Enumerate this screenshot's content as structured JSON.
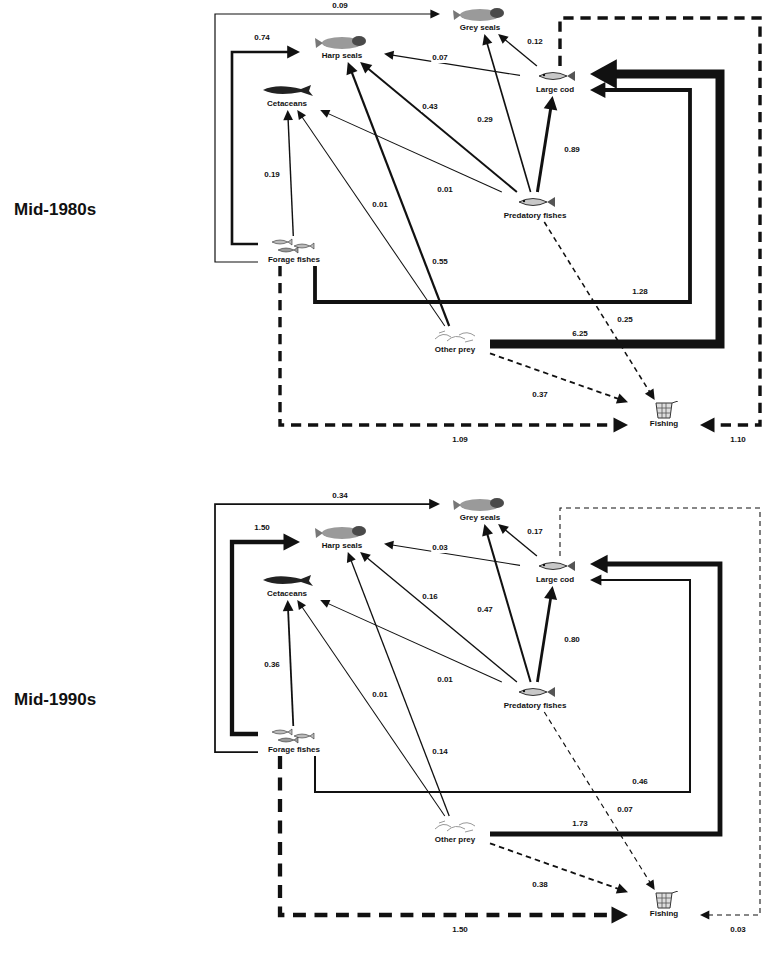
{
  "diagram": {
    "nodes": [
      {
        "text": [
          "Grey seals"
        ]
      },
      {
        "text": [
          "Harp seals"
        ]
      },
      {
        "text": [
          "Cetaceans"
        ]
      },
      {
        "text": [
          "Large cod"
        ]
      },
      {
        "text": [
          "Predatory fishes"
        ]
      },
      {
        "text": [
          "Forage fishes"
        ]
      },
      {
        "text": [
          "Other prey"
        ]
      },
      {
        "text": [
          "Fishing"
        ]
      },
      {
        "text": [
          "Grey seals"
        ]
      },
      {
        "text": [
          "Harp seals"
        ]
      },
      {
        "text": [
          "Cetaceans"
        ]
      },
      {
        "text": [
          "Large cod"
        ]
      },
      {
        "text": [
          "Predatory fishes"
        ]
      },
      {
        "text": [
          "Forage fishes"
        ]
      },
      {
        "text": [
          "Other prey"
        ]
      },
      {
        "text": [
          "Fishing"
        ]
      }
    ],
    "edges": [
      {
        "from": 5,
        "to": 0,
        "label": "0.09",
        "arrow": "to"
      },
      {
        "from": 5,
        "to": 1,
        "label": "0.74",
        "arrow": "to"
      },
      {
        "from": 5,
        "to": 2,
        "label": "0.19",
        "arrow": "to"
      },
      {
        "from": 5,
        "to": 3,
        "label": "1.28",
        "arrow": "to"
      },
      {
        "from": 5,
        "to": 7,
        "label": "1.09",
        "arrow": "to"
      },
      {
        "from": 3,
        "to": 0,
        "label": "0.12",
        "arrow": "to"
      },
      {
        "from": 3,
        "to": 1,
        "label": "0.07",
        "arrow": "to"
      },
      {
        "from": 3,
        "to": 7,
        "label": "1.10",
        "arrow": "to"
      },
      {
        "from": 4,
        "to": 0,
        "label": "0.29",
        "arrow": "to"
      },
      {
        "from": 4,
        "to": 1,
        "label": "0.43",
        "arrow": "to"
      },
      {
        "from": 4,
        "to": 3,
        "label": "0.89",
        "arrow": "to"
      },
      {
        "from": 4,
        "to": 2,
        "label": "0.01",
        "arrow": "to"
      },
      {
        "from": 4,
        "to": 7,
        "label": "0.25",
        "arrow": "to"
      },
      {
        "from": 6,
        "to": 2,
        "label": "0.01",
        "arrow": "to"
      },
      {
        "from": 6,
        "to": 1,
        "label": "0.55",
        "arrow": "to"
      },
      {
        "from": 6,
        "to": 3,
        "label": "6.25",
        "arrow": "to"
      },
      {
        "from": 6,
        "to": 7,
        "label": "0.37",
        "arrow": "to"
      },
      {
        "from": 13,
        "to": 8,
        "label": "0.34",
        "arrow": "to"
      },
      {
        "from": 13,
        "to": 9,
        "label": "1.50",
        "arrow": "to"
      },
      {
        "from": 13,
        "to": 10,
        "label": "0.36",
        "arrow": "to"
      },
      {
        "from": 13,
        "to": 11,
        "label": "0.46",
        "arrow": "to"
      },
      {
        "from": 13,
        "to": 15,
        "label": "1.50",
        "arrow": "to"
      },
      {
        "from": 11,
        "to": 8,
        "label": "0.17",
        "arrow": "to"
      },
      {
        "from": 11,
        "to": 9,
        "label": "0.03",
        "arrow": "to"
      },
      {
        "from": 11,
        "to": 15,
        "label": "0.03",
        "arrow": "to"
      },
      {
        "from": 12,
        "to": 8,
        "label": "0.47",
        "arrow": "to"
      },
      {
        "from": 12,
        "to": 9,
        "label": "0.16",
        "arrow": "to"
      },
      {
        "from": 12,
        "to": 11,
        "label": "0.80",
        "arrow": "to"
      },
      {
        "from": 12,
        "to": 10,
        "label": "0.01",
        "arrow": "to"
      },
      {
        "from": 12,
        "to": 15,
        "label": "0.07",
        "arrow": "to"
      },
      {
        "from": 14,
        "to": 10,
        "label": "0.01",
        "arrow": "to"
      },
      {
        "from": 14,
        "to": 9,
        "label": "0.14",
        "arrow": "to"
      },
      {
        "from": 14,
        "to": 11,
        "label": "1.73",
        "arrow": "to"
      },
      {
        "from": 14,
        "to": 15,
        "label": "0.38",
        "arrow": "to"
      }
    ],
    "labels": [
      "Mid-1980s",
      "Mid-1990s"
    ]
  }
}
